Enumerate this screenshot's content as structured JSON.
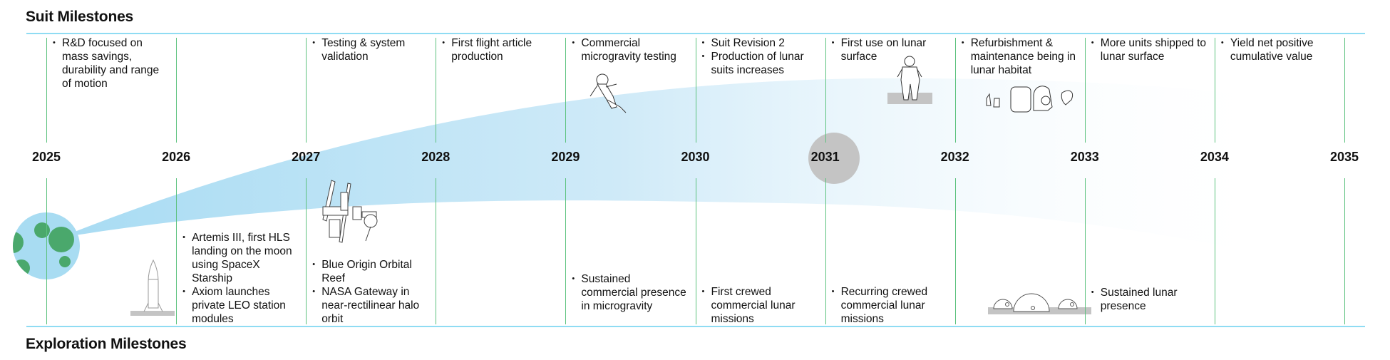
{
  "suit_title": "Suit Milestones",
  "exploration_title": "Exploration Milestones",
  "highlight_year": "2031",
  "colors": {
    "rule": "#8fdcf3",
    "divider": "#5cc27e",
    "swoosh": "#a9dcf3",
    "highlight": "#c4c4c4",
    "earth": "#a8dcf2",
    "land": "#4aa86c"
  },
  "years": [
    {
      "label": "2025",
      "suit": [
        "R&D focused on mass savings, durability and range of motion"
      ],
      "exploration": []
    },
    {
      "label": "2026",
      "suit": [],
      "exploration": [
        "Artemis III, first HLS landing on the moon using SpaceX Starship",
        "Axiom launches private LEO station modules"
      ]
    },
    {
      "label": "2027",
      "suit": [
        "Testing & system validation"
      ],
      "exploration": [
        "Blue Origin Orbital Reef",
        "NASA Gateway in near-rectilinear halo orbit"
      ]
    },
    {
      "label": "2028",
      "suit": [
        "First flight article production"
      ],
      "exploration": []
    },
    {
      "label": "2029",
      "suit": [
        "Commercial microgravity testing"
      ],
      "exploration": [
        "Sustained commercial presence in microgravity"
      ]
    },
    {
      "label": "2030",
      "suit": [
        "Suit Revision 2",
        "Production of lunar suits increases"
      ],
      "exploration": [
        "First crewed commercial lunar missions"
      ]
    },
    {
      "label": "2031",
      "suit": [
        "First use on lunar surface"
      ],
      "exploration": [
        "Recurring crewed commercial lunar missions"
      ]
    },
    {
      "label": "2032",
      "suit": [
        "Refurbishment & maintenance being in lunar habitat"
      ],
      "exploration": []
    },
    {
      "label": "2033",
      "suit": [
        "More units shipped to lunar surface"
      ],
      "exploration": [
        "Sustained lunar presence"
      ]
    },
    {
      "label": "2034",
      "suit": [
        "Yield net positive cumulative value"
      ],
      "exploration": []
    },
    {
      "label": "2035",
      "suit": [],
      "exploration": []
    }
  ]
}
